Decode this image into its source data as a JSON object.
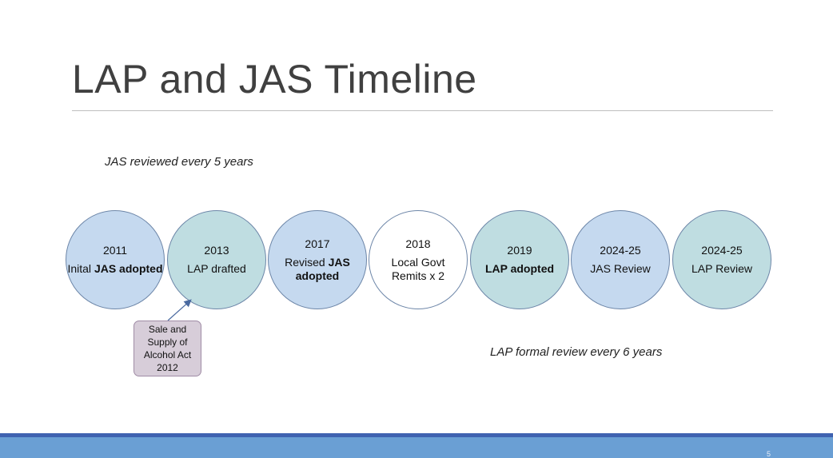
{
  "slide": {
    "title": "LAP and JAS Timeline",
    "page_number": "5"
  },
  "notes": {
    "jas_review": "JAS reviewed every 5 years",
    "lap_review": "LAP formal review every 6 years"
  },
  "timeline": [
    {
      "year": "2011",
      "text_pre": "Inital ",
      "text_bold": "JAS adopted",
      "text_post": "",
      "fill": "#c5d9ef"
    },
    {
      "year": "2013",
      "text_pre": "LAP drafted",
      "text_bold": "",
      "text_post": "",
      "fill": "#bfdde1"
    },
    {
      "year": "2017",
      "text_pre": "Revised ",
      "text_bold": "JAS adopted",
      "text_post": "",
      "fill": "#c5d9ef"
    },
    {
      "year": "2018",
      "text_pre": "Local Govt Remits x 2",
      "text_bold": "",
      "text_post": "",
      "fill": "#ffffff"
    },
    {
      "year": "2019",
      "text_pre": "",
      "text_bold": "LAP adopted",
      "text_post": "",
      "fill": "#bfdde1"
    },
    {
      "year": "2024-25",
      "text_pre": "JAS Review",
      "text_bold": "",
      "text_post": "",
      "fill": "#c5d9ef"
    },
    {
      "year": "2024-25",
      "text_pre": "LAP Review",
      "text_bold": "",
      "text_post": "",
      "fill": "#bfdde1"
    }
  ],
  "callout": {
    "text": "Sale and Supply of Alcohol Act 2012"
  },
  "colors": {
    "title": "#404040",
    "circle_border": "#6d86a8",
    "callout_fill": "#d7cdd9",
    "footer_dark": "#3f62b0",
    "footer": "#6a9fd4"
  }
}
